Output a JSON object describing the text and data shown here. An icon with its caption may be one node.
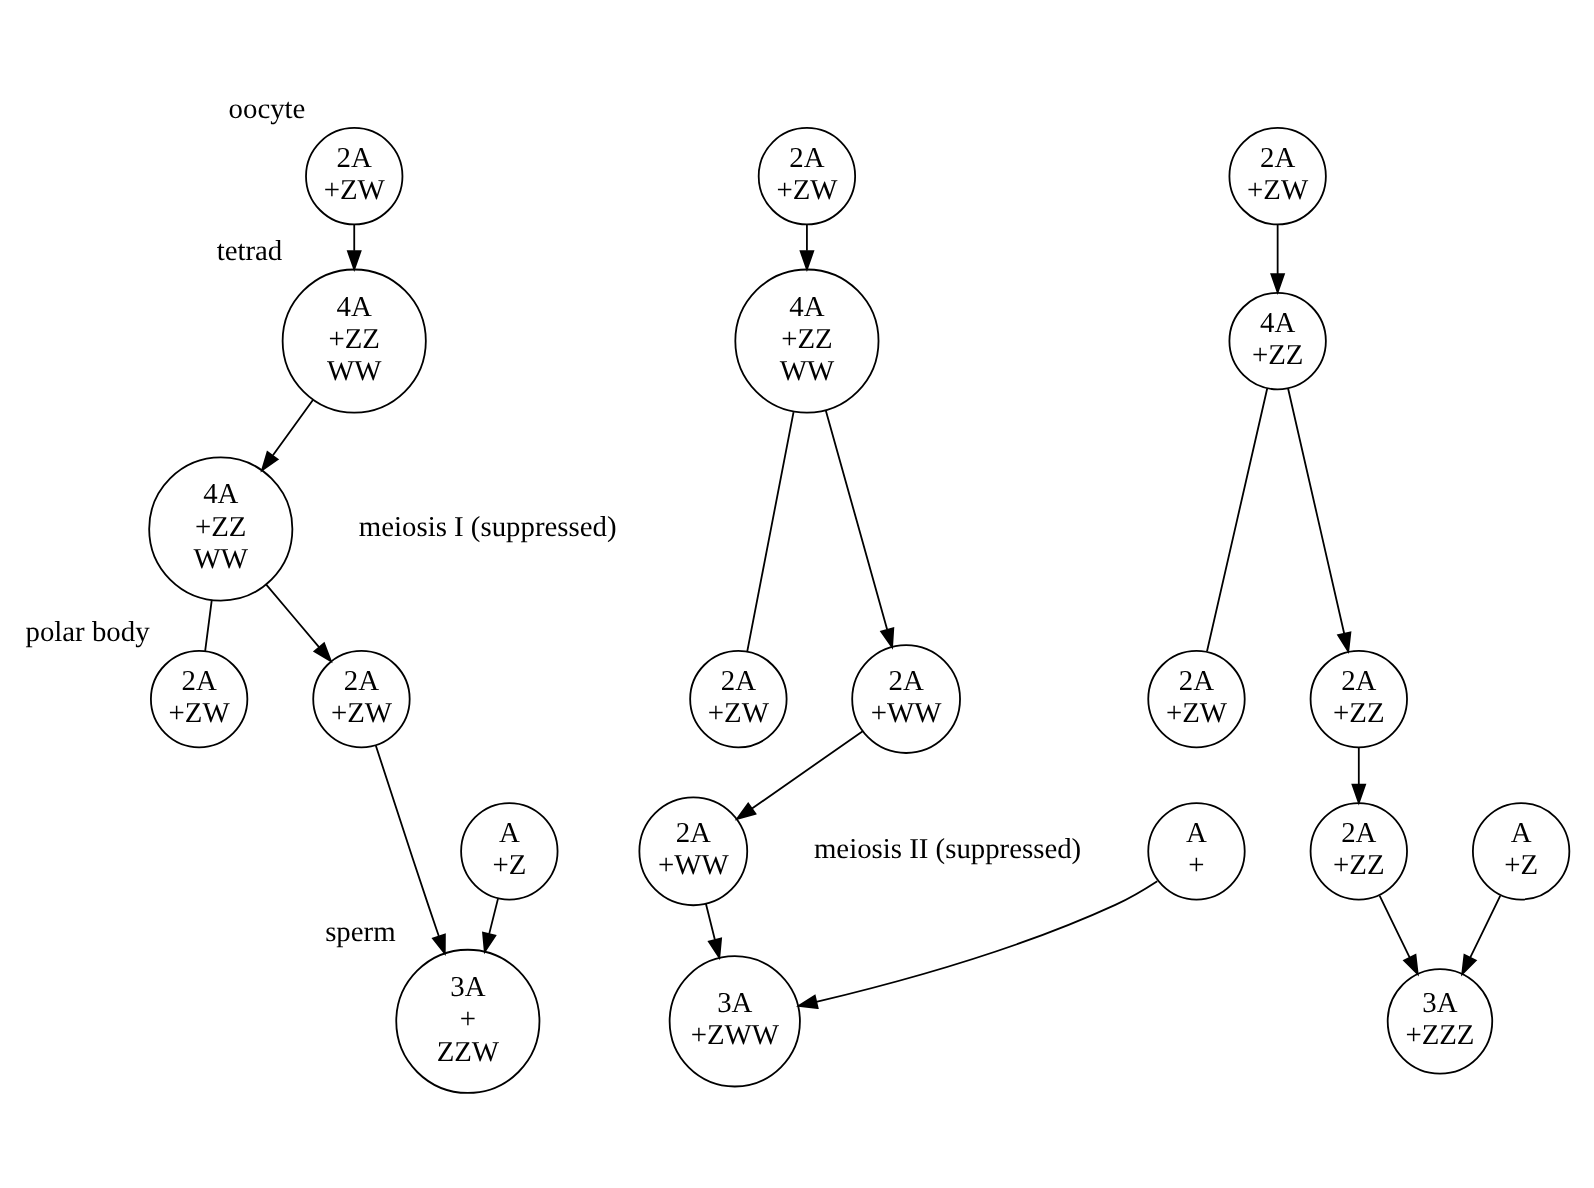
{
  "diagram": {
    "nodes": [
      {
        "text": [
          "2A +ZW"
        ],
        "beside": [
          "oocyte"
        ]
      },
      {
        "text": [
          "4A +ZZ WW"
        ],
        "beside": [
          "tetrad"
        ]
      },
      {
        "text": [
          "4A +ZZ WW"
        ]
      },
      {
        "text": [
          "2A +ZW"
        ],
        "beside": [
          "polar body"
        ]
      },
      {
        "text": [
          "2A +ZW"
        ]
      },
      {
        "text": [
          "A +Z"
        ]
      },
      {
        "text": [
          "3A + ZZW"
        ],
        "beside": [
          "sperm"
        ]
      },
      {
        "text": [
          "2A +ZW"
        ]
      },
      {
        "text": [
          "4A +ZZ WW"
        ]
      },
      {
        "text": [
          "2A +ZW"
        ]
      },
      {
        "text": [
          "2A +WW"
        ]
      },
      {
        "text": [
          "2A +WW"
        ]
      },
      {
        "text": [
          "A +"
        ]
      },
      {
        "text": [
          "3A +ZWW"
        ]
      },
      {
        "text": [
          "2A +ZW"
        ]
      },
      {
        "text": [
          "4A +ZZ"
        ]
      },
      {
        "text": [
          "2A +ZW"
        ]
      },
      {
        "text": [
          "2A +ZZ"
        ]
      },
      {
        "text": [
          "2A +ZZ"
        ]
      },
      {
        "text": [
          "A +Z"
        ]
      },
      {
        "text": [
          "3A +ZZZ"
        ]
      }
    ],
    "edges": [
      {
        "from": 0,
        "to": 1,
        "arrow": "to"
      },
      {
        "from": 1,
        "to": 2,
        "arrow": "to"
      },
      {
        "from": 2,
        "to": 3,
        "arrow": "none"
      },
      {
        "from": 2,
        "to": 4,
        "arrow": "to"
      },
      {
        "from": 4,
        "to": 6,
        "arrow": "to"
      },
      {
        "from": 5,
        "to": 6,
        "arrow": "to"
      },
      {
        "from": 7,
        "to": 8,
        "arrow": "to"
      },
      {
        "from": 8,
        "to": 9,
        "arrow": "none"
      },
      {
        "from": 8,
        "to": 10,
        "arrow": "to"
      },
      {
        "from": 10,
        "to": 11,
        "arrow": "to"
      },
      {
        "from": 11,
        "to": 13,
        "arrow": "to"
      },
      {
        "from": 12,
        "to": 13,
        "arrow": "to"
      },
      {
        "from": 14,
        "to": 15,
        "arrow": "to"
      },
      {
        "from": 15,
        "to": 16,
        "arrow": "none"
      },
      {
        "from": 15,
        "to": 17,
        "arrow": "to"
      },
      {
        "from": 17,
        "to": 18,
        "arrow": "to"
      },
      {
        "from": 18,
        "to": 20,
        "arrow": "to"
      },
      {
        "from": 19,
        "to": 20,
        "arrow": "to"
      }
    ],
    "labels": [
      "meiosis I (suppressed)",
      "meiosis II (suppressed)"
    ]
  }
}
